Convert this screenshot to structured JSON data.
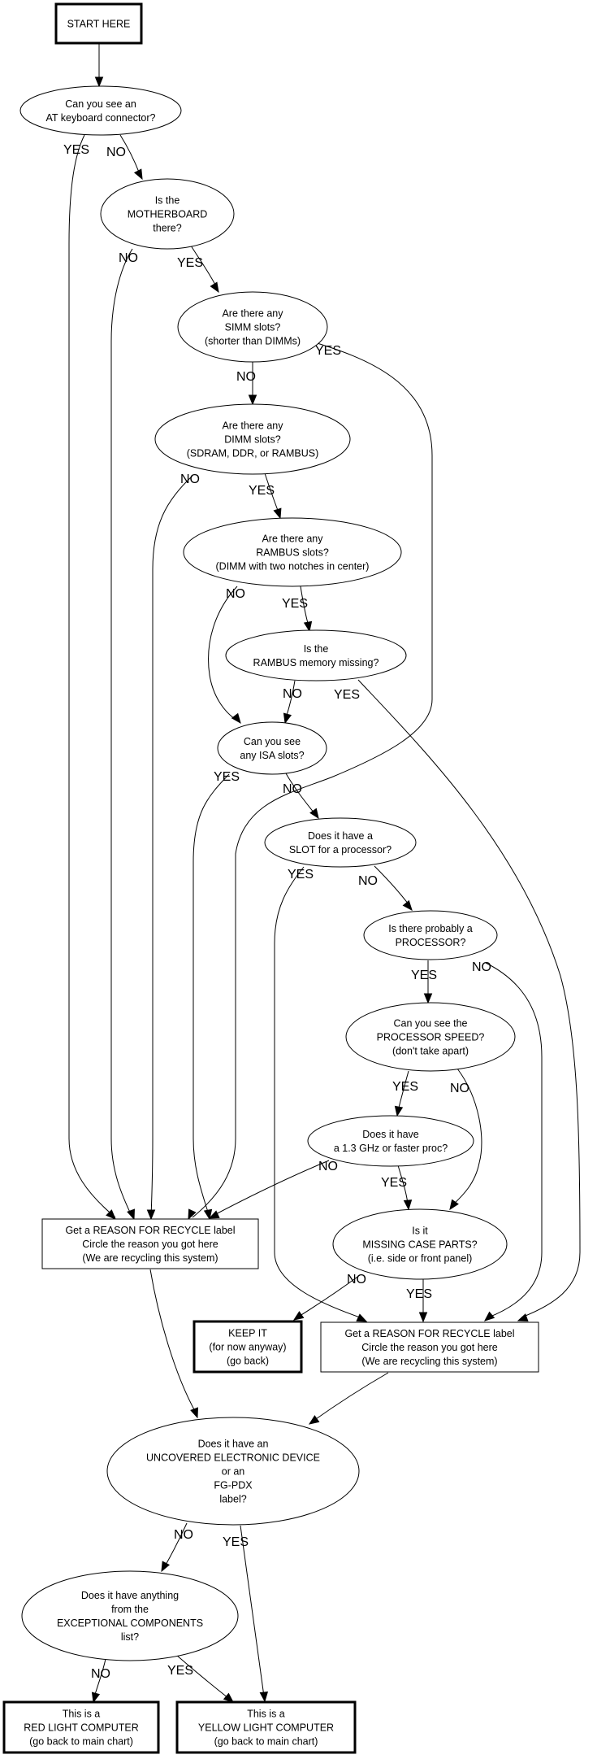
{
  "title": "Computer recycling decision flowchart",
  "colors": {
    "line": "#000000",
    "background": "#ffffff"
  },
  "nodes": {
    "start": {
      "type": "terminal",
      "lines": [
        "START HERE"
      ]
    },
    "at_keyboard": {
      "type": "decision",
      "lines": [
        "Can you see an",
        "AT keyboard connector?"
      ]
    },
    "motherboard": {
      "type": "decision",
      "lines": [
        "Is the",
        "MOTHERBOARD",
        "there?"
      ]
    },
    "simm": {
      "type": "decision",
      "lines": [
        "Are there any",
        "SIMM slots?",
        "(shorter than DIMMs)"
      ]
    },
    "dimm": {
      "type": "decision",
      "lines": [
        "Are there any",
        "DIMM slots?",
        "(SDRAM, DDR, or RAMBUS)"
      ]
    },
    "rambus_slots": {
      "type": "decision",
      "lines": [
        "Are there any",
        "RAMBUS slots?",
        "(DIMM with two notches in center)"
      ]
    },
    "rambus_missing": {
      "type": "decision",
      "lines": [
        "Is the",
        "RAMBUS memory missing?"
      ]
    },
    "isa": {
      "type": "decision",
      "lines": [
        "Can you see",
        "any ISA slots?"
      ]
    },
    "slot_processor": {
      "type": "decision",
      "lines": [
        "Does it have a",
        "SLOT for a processor?"
      ]
    },
    "processor": {
      "type": "decision",
      "lines": [
        "Is there probably a",
        "PROCESSOR?"
      ]
    },
    "processor_speed": {
      "type": "decision",
      "lines": [
        "Can you see the",
        "PROCESSOR SPEED?",
        "(don't take apart)"
      ]
    },
    "ghz": {
      "type": "decision",
      "lines": [
        "Does it have",
        "a 1.3 GHz or faster proc?"
      ]
    },
    "recycle_left": {
      "type": "process",
      "lines": [
        "Get a REASON FOR RECYCLE label",
        "Circle the reason you got here",
        "(We are recycling this system)"
      ]
    },
    "missing_case": {
      "type": "decision",
      "lines": [
        "Is it",
        "MISSING CASE PARTS?",
        "(i.e. side or front panel)"
      ]
    },
    "keep_it": {
      "type": "terminal",
      "lines": [
        "KEEP IT",
        "(for now anyway)",
        "(go back)"
      ]
    },
    "recycle_right": {
      "type": "process",
      "lines": [
        "Get a REASON FOR RECYCLE label",
        "Circle the reason you got here",
        "(We are recycling this system)"
      ]
    },
    "uncovered": {
      "type": "decision",
      "lines": [
        "Does it have an",
        "UNCOVERED ELECTRONIC DEVICE",
        "or an",
        "FG-PDX",
        "label?"
      ]
    },
    "exceptional": {
      "type": "decision",
      "lines": [
        "Does it have anything",
        "from the",
        "EXCEPTIONAL COMPONENTS",
        "list?"
      ]
    },
    "red_light": {
      "type": "terminal",
      "lines": [
        "This is a",
        "RED LIGHT COMPUTER",
        "(go back to main chart)"
      ]
    },
    "yellow_light": {
      "type": "terminal",
      "lines": [
        "This is a",
        "YELLOW LIGHT COMPUTER",
        "(go back to main chart)"
      ]
    }
  },
  "edges": [
    {
      "from": "start",
      "to": "at_keyboard",
      "label": ""
    },
    {
      "from": "at_keyboard",
      "to": "recycle_left",
      "label": "YES"
    },
    {
      "from": "at_keyboard",
      "to": "motherboard",
      "label": "NO"
    },
    {
      "from": "motherboard",
      "to": "recycle_left",
      "label": "NO"
    },
    {
      "from": "motherboard",
      "to": "simm",
      "label": "YES"
    },
    {
      "from": "simm",
      "to": "recycle_left",
      "label": "YES"
    },
    {
      "from": "simm",
      "to": "dimm",
      "label": "NO"
    },
    {
      "from": "dimm",
      "to": "recycle_left",
      "label": "NO"
    },
    {
      "from": "dimm",
      "to": "rambus_slots",
      "label": "YES"
    },
    {
      "from": "rambus_slots",
      "to": "isa",
      "label": "NO"
    },
    {
      "from": "rambus_slots",
      "to": "rambus_missing",
      "label": "YES"
    },
    {
      "from": "rambus_missing",
      "to": "isa",
      "label": "NO"
    },
    {
      "from": "rambus_missing",
      "to": "recycle_right",
      "label": "YES"
    },
    {
      "from": "isa",
      "to": "recycle_left",
      "label": "YES"
    },
    {
      "from": "isa",
      "to": "slot_processor",
      "label": "NO"
    },
    {
      "from": "slot_processor",
      "to": "recycle_right",
      "label": "YES"
    },
    {
      "from": "slot_processor",
      "to": "processor",
      "label": "NO"
    },
    {
      "from": "processor",
      "to": "processor_speed",
      "label": "YES"
    },
    {
      "from": "processor",
      "to": "recycle_right",
      "label": "NO"
    },
    {
      "from": "processor_speed",
      "to": "ghz",
      "label": "YES"
    },
    {
      "from": "processor_speed",
      "to": "missing_case",
      "label": "NO"
    },
    {
      "from": "ghz",
      "to": "recycle_left",
      "label": "NO"
    },
    {
      "from": "ghz",
      "to": "missing_case",
      "label": "YES"
    },
    {
      "from": "missing_case",
      "to": "keep_it",
      "label": "NO"
    },
    {
      "from": "missing_case",
      "to": "recycle_right",
      "label": "YES"
    },
    {
      "from": "recycle_left",
      "to": "uncovered",
      "label": ""
    },
    {
      "from": "recycle_right",
      "to": "uncovered",
      "label": ""
    },
    {
      "from": "uncovered",
      "to": "exceptional",
      "label": "NO"
    },
    {
      "from": "uncovered",
      "to": "yellow_light",
      "label": "YES"
    },
    {
      "from": "exceptional",
      "to": "red_light",
      "label": "NO"
    },
    {
      "from": "exceptional",
      "to": "yellow_light",
      "label": "YES"
    }
  ]
}
